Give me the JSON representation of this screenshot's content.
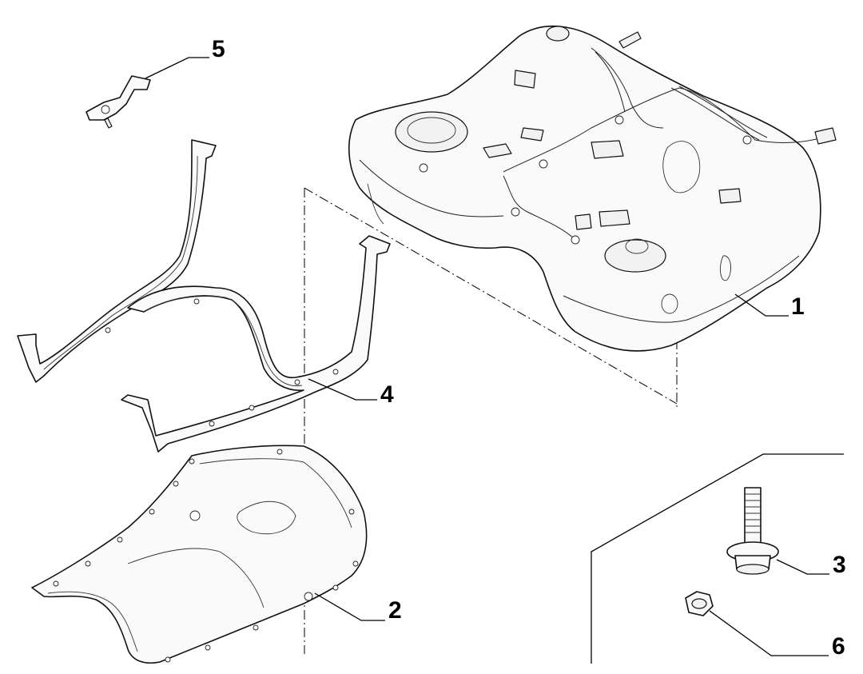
{
  "diagram": {
    "callouts": [
      {
        "id": "tank",
        "label": "1"
      },
      {
        "id": "shield",
        "label": "2"
      },
      {
        "id": "bolt",
        "label": "3"
      },
      {
        "id": "strap",
        "label": "4"
      },
      {
        "id": "bracket",
        "label": "5"
      },
      {
        "id": "nut",
        "label": "6"
      }
    ]
  }
}
